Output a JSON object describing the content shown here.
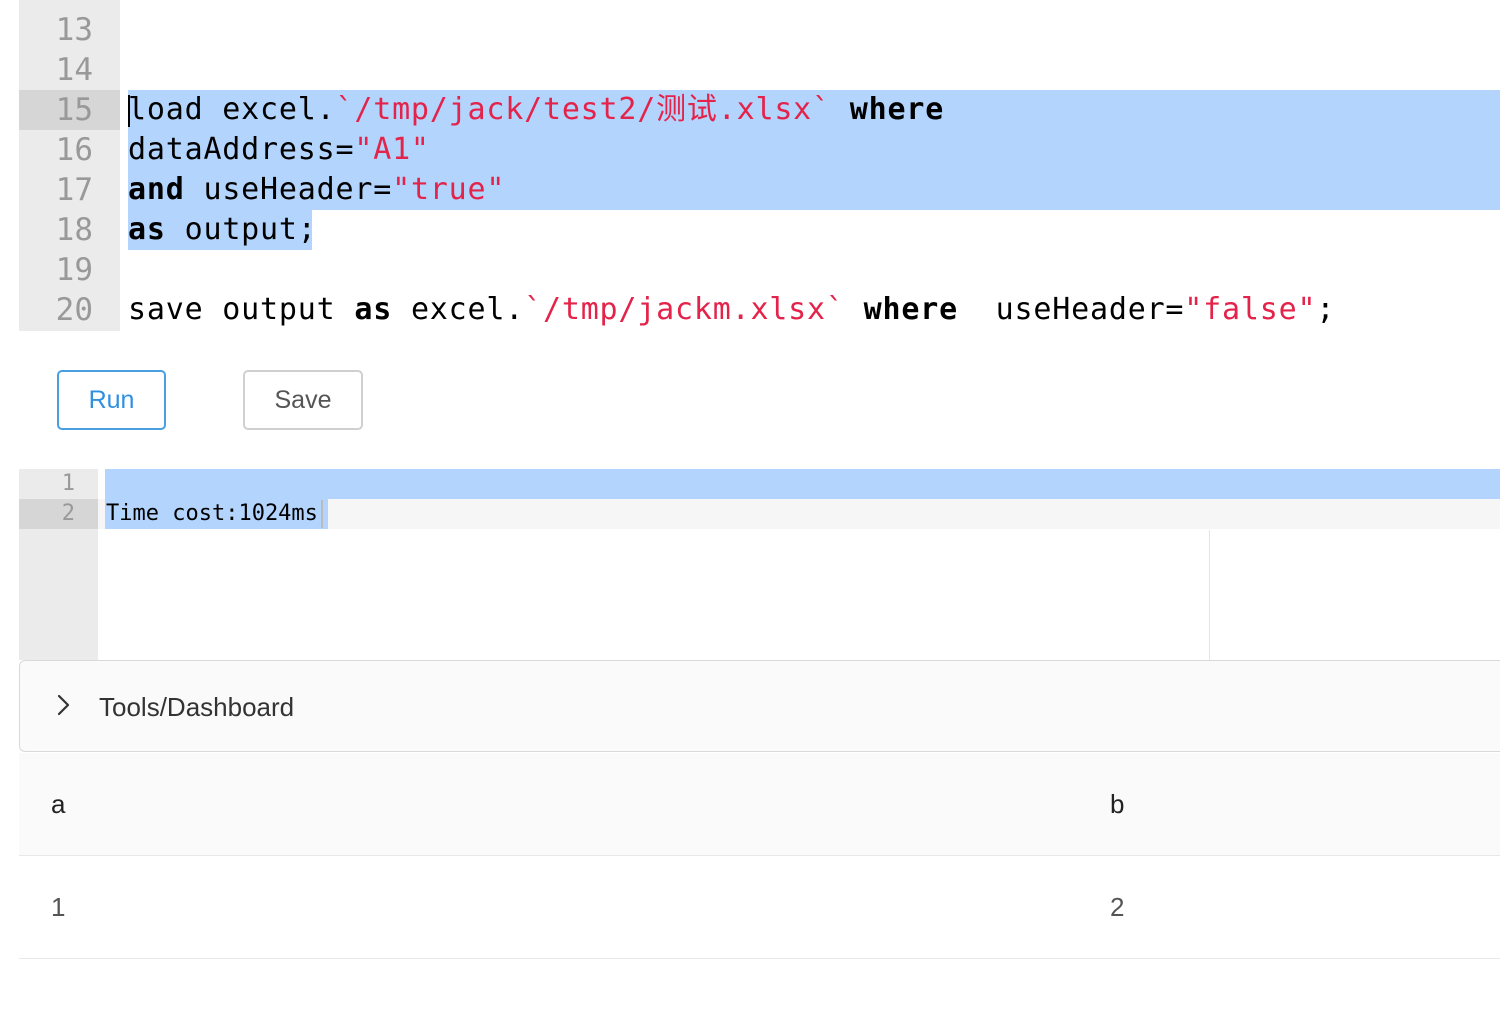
{
  "editor": {
    "lines": [
      {
        "num": "13"
      },
      {
        "num": "14"
      },
      {
        "num": "15",
        "t1": "load excel.",
        "t2": "`/tmp/jack/test2/测试.xlsx`",
        "t3": " ",
        "t4": "where"
      },
      {
        "num": "16",
        "t1": "dataAddress=",
        "t2": "\"A1\""
      },
      {
        "num": "17",
        "t1": "and",
        "t2": " useHeader=",
        "t3": "\"true\""
      },
      {
        "num": "18",
        "t1": "as",
        "t2": " output;"
      },
      {
        "num": "19"
      },
      {
        "num": "20",
        "t1": "save output ",
        "t2": "as",
        "t3": " excel.",
        "t4": "`/tmp/jackm.xlsx`",
        "t5": " ",
        "t6": "where",
        "t7": "  useHeader=",
        "t8": "\"false\"",
        "t9": ";"
      }
    ]
  },
  "buttons": {
    "run": "Run",
    "save": "Save"
  },
  "console": {
    "lines": [
      {
        "num": "1",
        "text": ""
      },
      {
        "num": "2",
        "text": "Time cost:1024ms"
      }
    ]
  },
  "panel": {
    "title": "Tools/Dashboard",
    "icon": "chevron-right-icon"
  },
  "table": {
    "columns": [
      "a",
      "b"
    ],
    "rows": [
      [
        "1",
        "2"
      ]
    ]
  },
  "colors": {
    "selection": "#b3d4fc",
    "string": "#e4234a",
    "run_button": "#2f8fe0"
  }
}
